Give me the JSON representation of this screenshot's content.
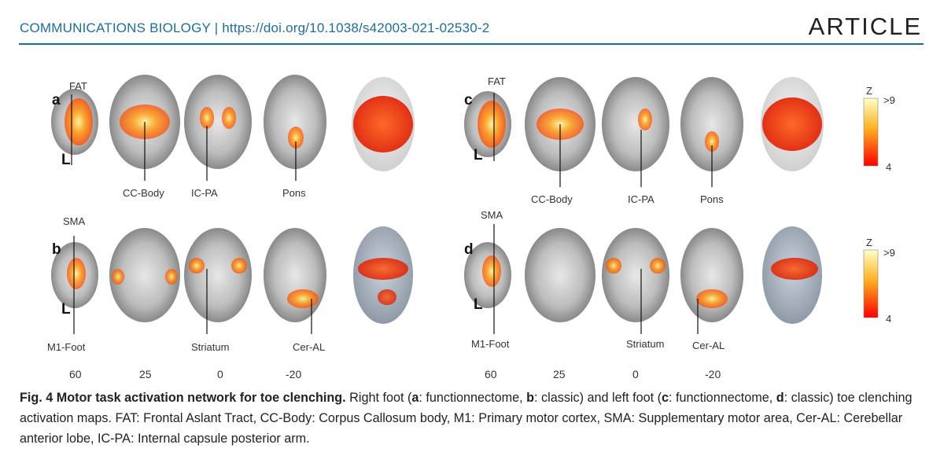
{
  "header": {
    "journal": "COMMUNICATIONS BIOLOGY",
    "separator": "|",
    "doi": "https://doi.org/10.1038/s42003-021-02530-2",
    "section": "ARTICLE"
  },
  "figure": {
    "panels": [
      "a",
      "b",
      "c",
      "d"
    ],
    "side_marker": "L",
    "labels_top_left": [
      "FAT",
      "CC-Body",
      "IC-PA",
      "Pons"
    ],
    "labels_top_right": [
      "FAT",
      "CC-Body",
      "IC-PA",
      "Pons"
    ],
    "labels_bottom_left": [
      "SMA",
      "M1-Foot",
      "Striatum",
      "Cer-AL"
    ],
    "labels_bottom_right": [
      "SMA",
      "M1-Foot",
      "Striatum",
      "Cer-AL"
    ],
    "slice_coords_left": [
      "60",
      "25",
      "0",
      "-20"
    ],
    "slice_coords_right": [
      "60",
      "25",
      "0",
      "-20"
    ],
    "colorbar": {
      "title": "Z",
      "max": ">9",
      "min": "4",
      "colors": [
        "#ffffb0",
        "#ff3a00",
        "#ff0000"
      ]
    }
  },
  "caption": {
    "fig_number": "Fig. 4",
    "title": "Motor task activation network for toe clenching.",
    "text_1": " Right foot (",
    "a": "a",
    "text_2": ": functionnectome, ",
    "b": "b",
    "text_3": ": classic) and left foot (",
    "c": "c",
    "text_4": ": functionnectome, ",
    "d": "d",
    "text_5": ": classic) toe clenching activation maps. FAT: Frontal Aslant Tract, CC-Body: Corpus Callosum body, M1: Primary motor cortex, SMA: Supplementary motor area, Cer-AL: Cerebellar anterior lobe, IC-PA: Internal capsule posterior arm."
  }
}
